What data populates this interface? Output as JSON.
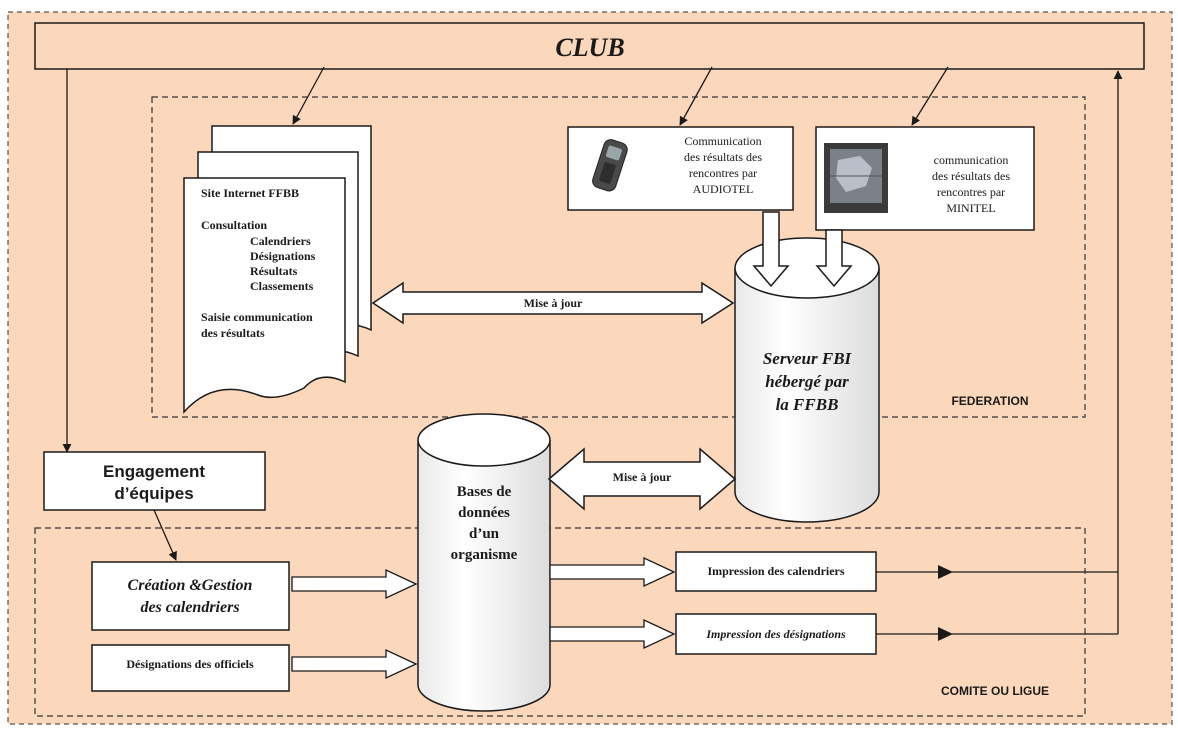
{
  "club_label": "CLUB",
  "federation_label": "FEDERATION",
  "comite_label": "COMITE OU LIGUE",
  "website": {
    "title": "Site Internet FFBB",
    "consultation": "Consultation",
    "items": [
      "Calendriers",
      "Désignations",
      "Résultats",
      "Classements"
    ],
    "saisie_line1": "Saisie communication",
    "saisie_line2": "des résultats"
  },
  "audiotel": {
    "lines": [
      "Communication",
      "des résultats des",
      "rencontres par",
      "AUDIOTEL"
    ],
    "icon": "phone-icon"
  },
  "minitel": {
    "lines": [
      "communication",
      "des résultats des",
      "rencontres par",
      "MINITEL"
    ],
    "icon": "minitel-screen-icon"
  },
  "server": {
    "lines": [
      "Serveur FBI",
      "hébergé par",
      "la FFBB"
    ]
  },
  "mise_a_jour_top": "Mise à jour",
  "mise_a_jour_bottom": "Mise à jour",
  "engagement": {
    "line1": "Engagement",
    "line2": "d’équipes"
  },
  "database": {
    "lines": [
      "Bases de",
      "données",
      "d’un",
      "organisme"
    ]
  },
  "creation": {
    "line1": "Création &Gestion",
    "line2": "des calendriers"
  },
  "designations_officiels": "Désignations des officiels",
  "impression_calendriers": "Impression des calendriers",
  "impression_designations": "Impression des désignations",
  "colors": {
    "background": "#fbd8bc",
    "outline": "#1a1a1a",
    "box_fill": "#ffffff"
  }
}
